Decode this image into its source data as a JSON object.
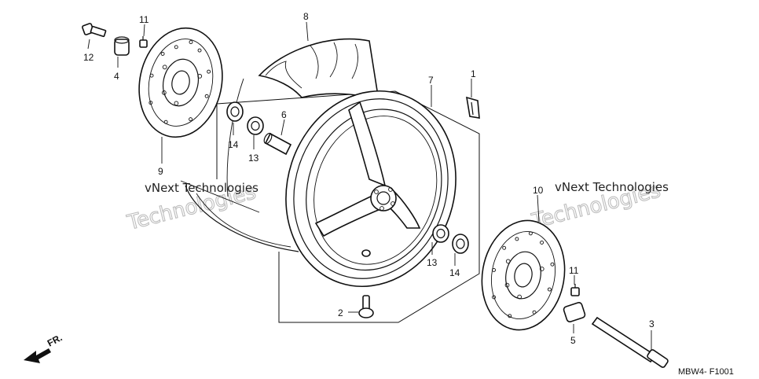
{
  "diagram": {
    "code": "MBW4- F1001",
    "direction_label": "FR.",
    "watermarks": [
      {
        "small": "vNext Technologies",
        "large": "Technologies"
      },
      {
        "small": "vNext Technologies",
        "large": "Technologies"
      }
    ],
    "callouts": [
      "1",
      "2",
      "3",
      "4",
      "5",
      "6",
      "7",
      "8",
      "9",
      "10",
      "11",
      "11",
      "12",
      "13",
      "13",
      "14",
      "14"
    ],
    "colors": {
      "ink": "#111111",
      "watermark": "#bdbdbd",
      "background": "#ffffff"
    }
  }
}
